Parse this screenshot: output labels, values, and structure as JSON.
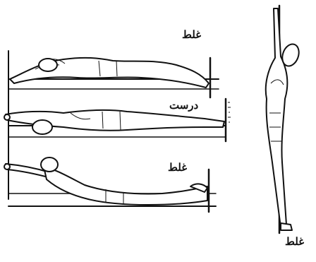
{
  "labels": {
    "top": "غلط",
    "middle": "درست",
    "bottom": "غلط",
    "vertical": "غلط"
  },
  "colors": {
    "ink": "#111111",
    "background": "#ffffff"
  }
}
